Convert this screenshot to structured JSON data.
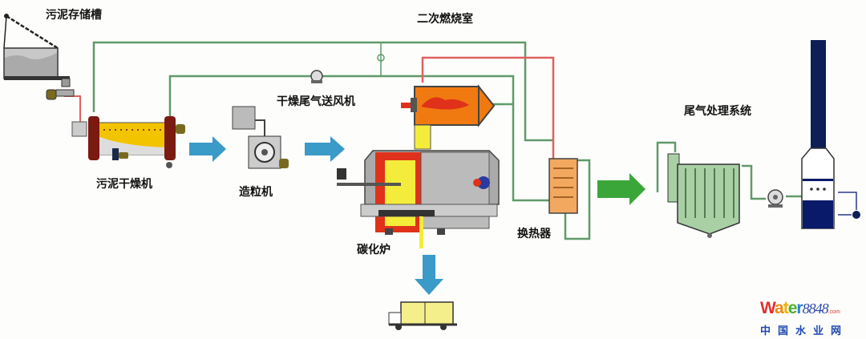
{
  "labels": {
    "storage_tank": "污泥存储槽",
    "secondary_combustion": "二次燃烧室",
    "dryer_fan": "干燥尾气送风机",
    "sludge_dryer": "污泥干燥机",
    "granulator": "造粒机",
    "carbonization_furnace": "碳化炉",
    "heat_exchanger": "换热器",
    "exhaust_treatment": "尾气处理系统"
  },
  "watermark": {
    "brand_letters": [
      "W",
      "a",
      "t",
      "e",
      "r"
    ],
    "brand_number": "8848",
    "brand_suffix": ".com",
    "brand_cn": "中国水业网"
  },
  "colors": {
    "pipe_green": "#5f9a6a",
    "pipe_red": "#e06060",
    "flow_arrow_blue": "#3a9ac8",
    "flow_arrow_green": "#3aa63a",
    "dryer_body": "#f2c400",
    "dryer_end": "#7a1a10",
    "furnace_yellow": "#f4ec3a",
    "furnace_red": "#e0321a",
    "burner_orange": "#f07a10",
    "baghouse_green": "#a9d0a4",
    "scrubber_blue": "#0a1a6a"
  }
}
